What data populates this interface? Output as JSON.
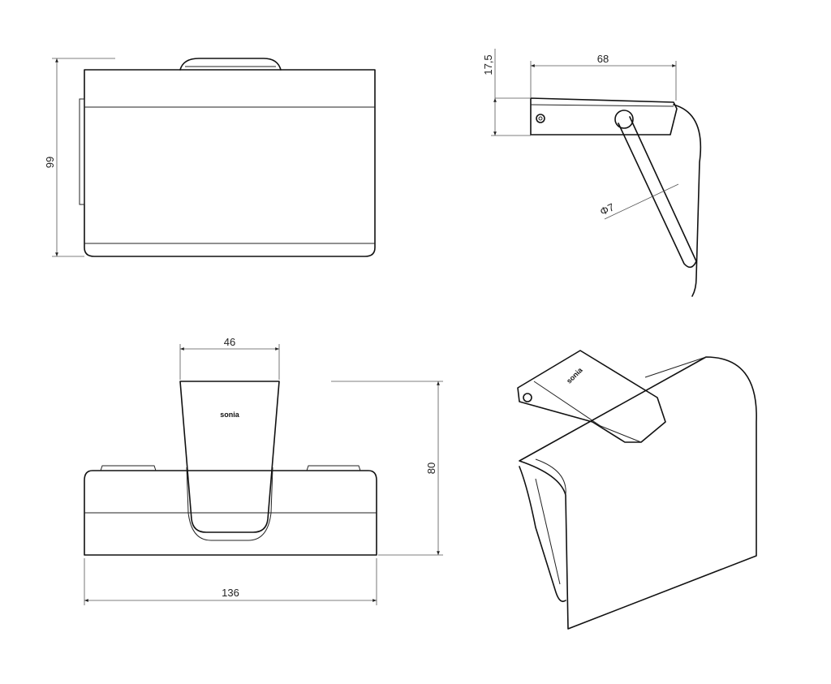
{
  "title": "Paper holder technical drawing",
  "brand_logo": "sonia",
  "dimensions": {
    "front_height": "99",
    "side_height": "17,5",
    "side_depth": "68",
    "rod_diameter": "Φ7",
    "top_width": "46",
    "top_height": "80",
    "overall_width": "136"
  },
  "colors": {
    "line": "#111111",
    "dimension": "#555555"
  }
}
